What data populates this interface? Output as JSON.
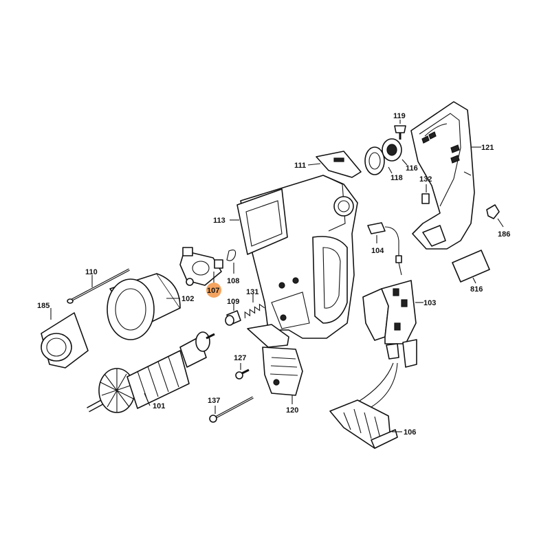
{
  "diagram": {
    "highlight_color": "#f4a460",
    "line_color": "#111111",
    "labels": {
      "p101": "101",
      "p102": "102",
      "p103": "103",
      "p104": "104",
      "p106": "106",
      "p107": "107",
      "p108": "108",
      "p109": "109",
      "p110": "110",
      "p111": "111",
      "p113": "113",
      "p116": "116",
      "p118": "118",
      "p119": "119",
      "p120": "120",
      "p121": "121",
      "p127": "127",
      "p131": "131",
      "p132": "132",
      "p137": "137",
      "p185": "185",
      "p186": "186",
      "p816": "816"
    }
  }
}
